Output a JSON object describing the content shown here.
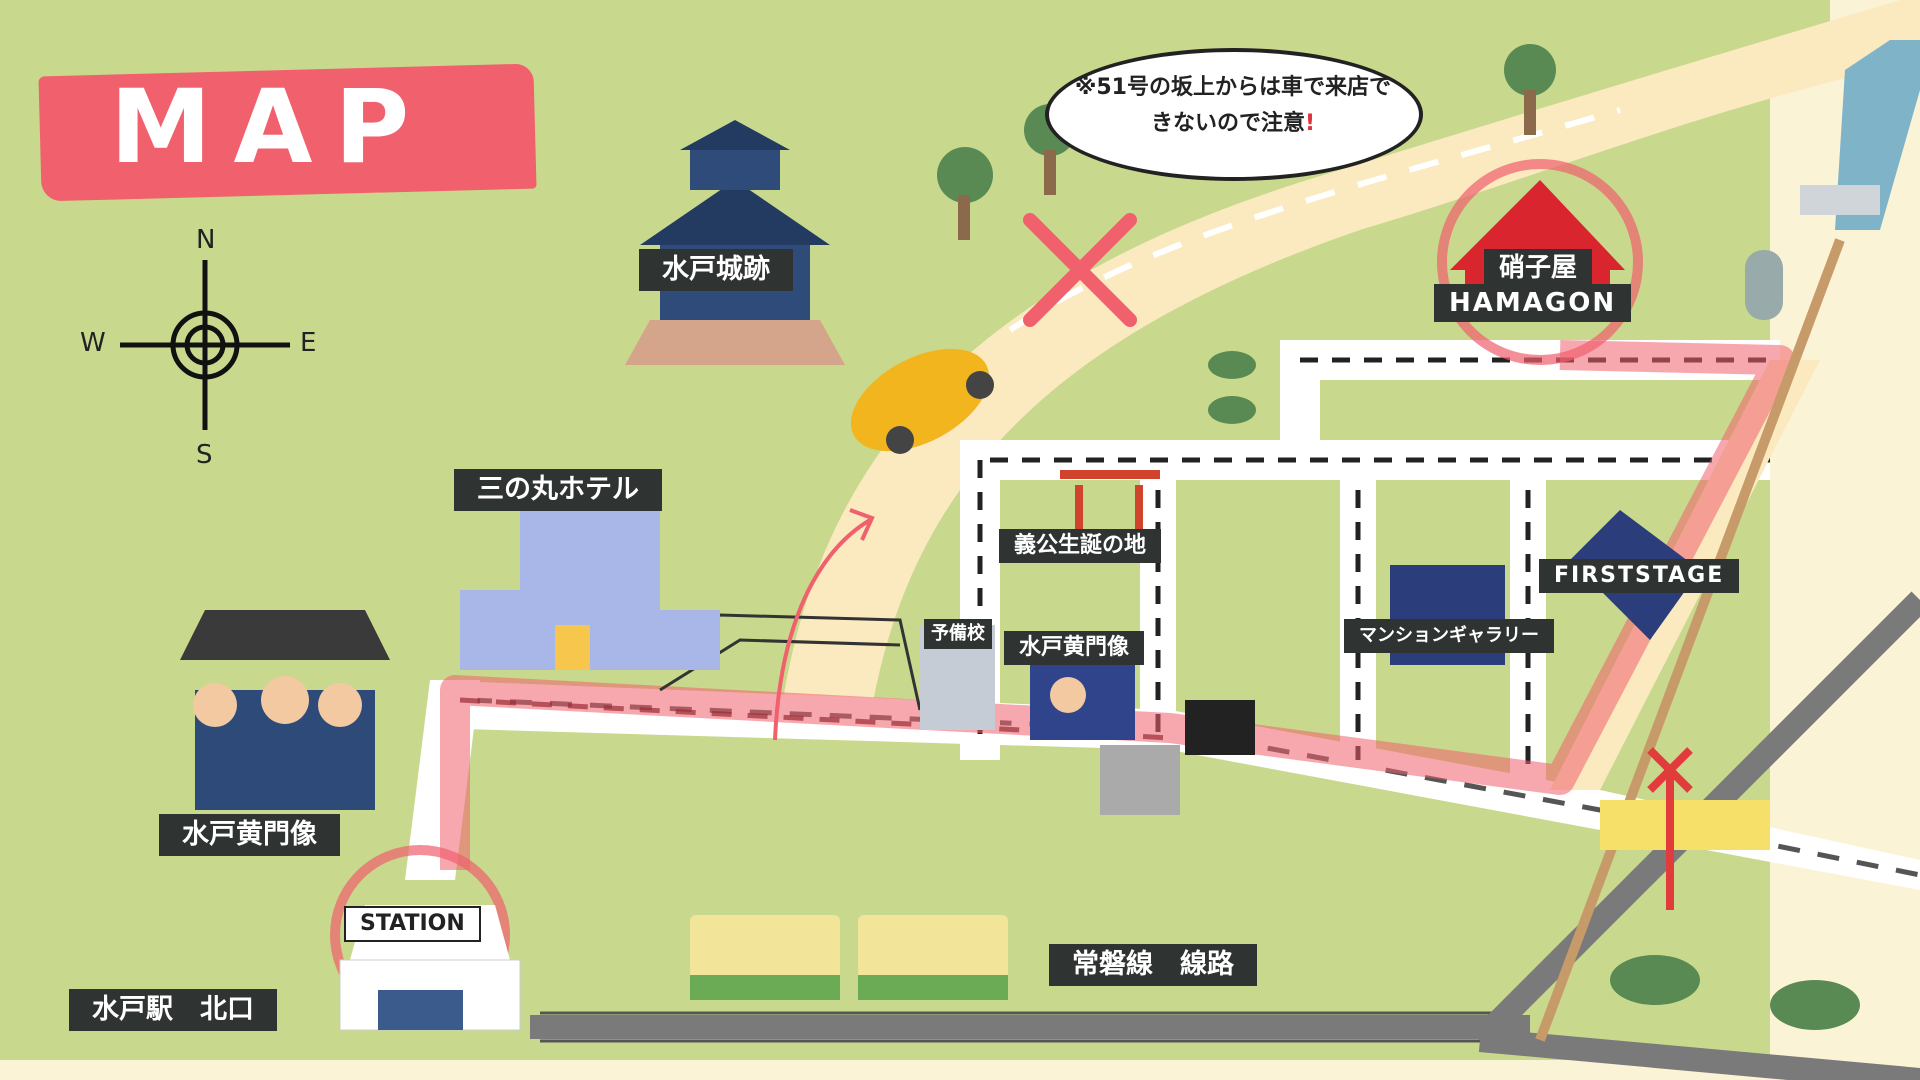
{
  "title": "MAP",
  "notice": {
    "text": "※51号の坂上からは車で来店できないので注意",
    "mark": "!"
  },
  "compass": {
    "n": "N",
    "s": "S",
    "w": "W",
    "e": "E"
  },
  "labels": {
    "castle": "水戸城跡",
    "hotel": "三の丸ホテル",
    "shrine": "義公生誕の地",
    "prep_school": "予備校",
    "statue_mid": "水戸黄門像",
    "statue_left": "水戸黄門像",
    "shop_name": "硝子屋",
    "shop_brand": "HAMAGON",
    "firststage": "FIRSTSTAGE",
    "mansion": "マンションギャラリー",
    "station_sign": "STATION",
    "station_exit": "水戸駅　北口",
    "rail_line": "常磐線　線路"
  },
  "colors": {
    "grass": "#c8d98d",
    "road": "#ffffff",
    "slope": "#fbe9c0",
    "route": "#f0606d",
    "label_bg": "#2f3433",
    "shop_red": "#d9252e",
    "train_green": "#6bab55",
    "train_yellow": "#f2e59a"
  }
}
